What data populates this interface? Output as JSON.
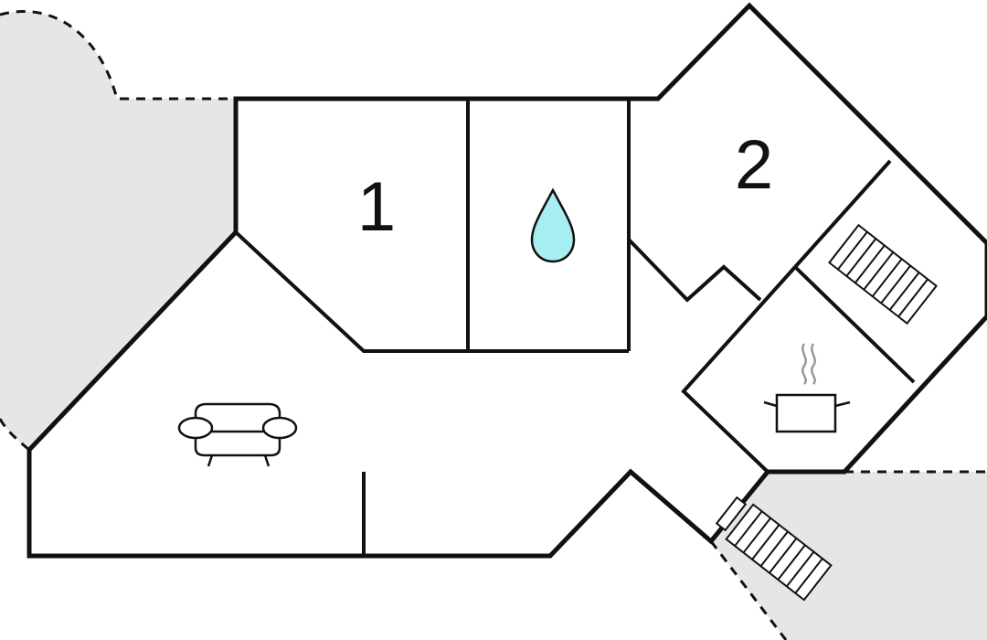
{
  "rooms": [
    {
      "id": "bedroom-1",
      "label": "1"
    },
    {
      "id": "bedroom-2",
      "label": "2"
    }
  ],
  "colors": {
    "wall": "#111111",
    "outdoor_area": "#e6e6e6",
    "water_drop": "#a6eef2",
    "icon_stroke": "#111111",
    "steam": "#9a9a9a"
  },
  "icons": [
    {
      "name": "water-drop-icon",
      "meaning": "bathroom"
    },
    {
      "name": "sofa-icon",
      "meaning": "living room"
    },
    {
      "name": "cooking-pot-icon",
      "meaning": "kitchen"
    },
    {
      "name": "stairs-icon",
      "meaning": "stairs"
    }
  ]
}
